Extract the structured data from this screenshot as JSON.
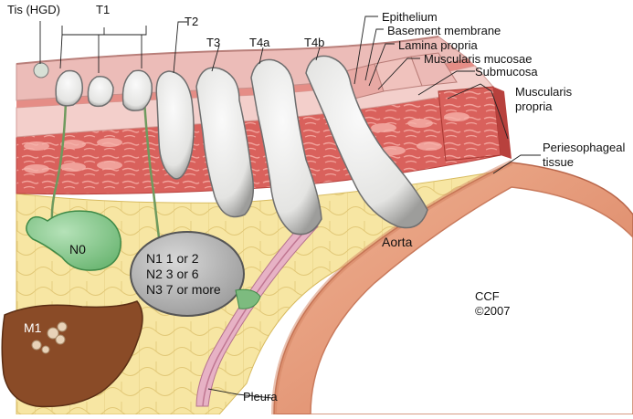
{
  "labels": {
    "tis": "Tis (HGD)",
    "t1": "T1",
    "t2": "T2",
    "t3": "T3",
    "t4a": "T4a",
    "t4b": "T4b",
    "epithelium": "Epithelium",
    "basement_membrane": "Basement membrane",
    "lamina_propria": "Lamina propria",
    "muscularis_mucosae": "Muscularis mucosae",
    "submucosa": "Submucosa",
    "muscularis_propria_1": "Muscularis",
    "muscularis_propria_2": "propria",
    "periesophageal_1": "Periesophageal",
    "periesophageal_2": "tissue",
    "n0": "N0",
    "n1": "N1 1 or 2",
    "n2": "N2 3 or 6",
    "n3": "N3 7 or more",
    "aorta": "Aorta",
    "m1": "M1",
    "pleura": "Pleura",
    "credit_1": "CCF",
    "credit_2": "©2007"
  },
  "colors": {
    "epithelium": "#e9b7b4",
    "mucosa": "#f3cfcb",
    "muscle": "#d9615c",
    "muscle_dark": "#b8413d",
    "fat": "#f7e6a3",
    "fat_line": "#e0c56a",
    "tumor": "#ededeb",
    "tumor_edge": "#7b7b7b",
    "node_green": "#8fcf94",
    "node_outline": "#3f8a48",
    "node_gray": "#b9b9b9",
    "liver": "#8a4b27",
    "aorta": "#e69a78",
    "pleura": "#e8b6c8"
  }
}
